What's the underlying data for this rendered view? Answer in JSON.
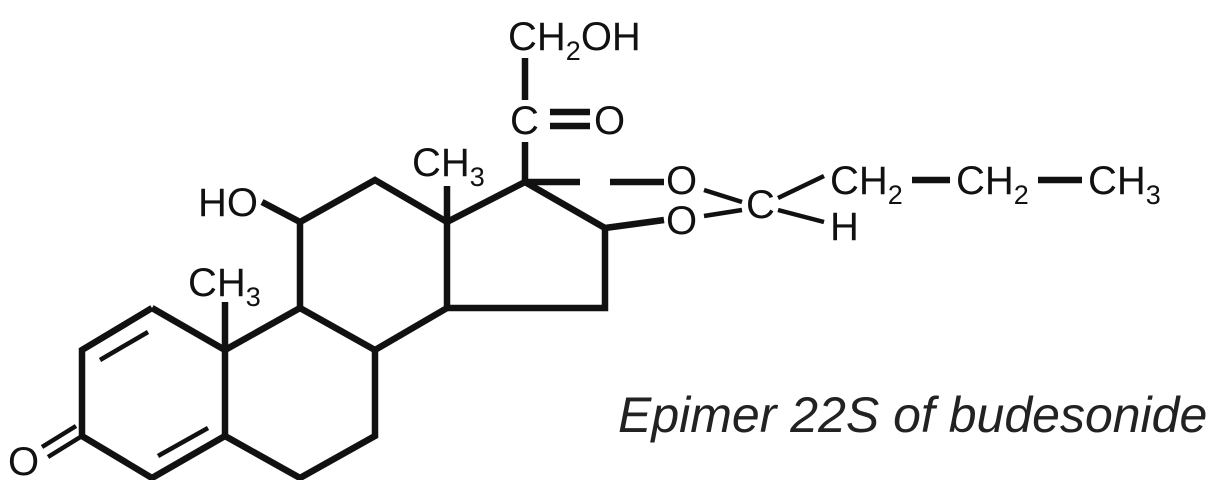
{
  "caption": "Epimer 22S of budesonide",
  "labels": {
    "ch2oh_a": "CH",
    "ch2oh_sub": "2",
    "ch2oh_b": "OH",
    "carbonyl_c": "C",
    "carbonyl_o": "O",
    "methyl_c13_a": "CH",
    "methyl_c13_sub": "3",
    "methyl_c10_a": "CH",
    "methyl_c10_sub": "3",
    "hydroxyl": "HO",
    "ketone_o": "O",
    "ring_o_top": "O",
    "ring_o_bottom": "O",
    "acetal_c": "C",
    "acetal_h": "H",
    "chain_ch2_1_a": "CH",
    "chain_ch2_1_sub": "2",
    "chain_ch2_2_a": "CH",
    "chain_ch2_2_sub": "2",
    "chain_ch3_a": "CH",
    "chain_ch3_sub": "3"
  }
}
